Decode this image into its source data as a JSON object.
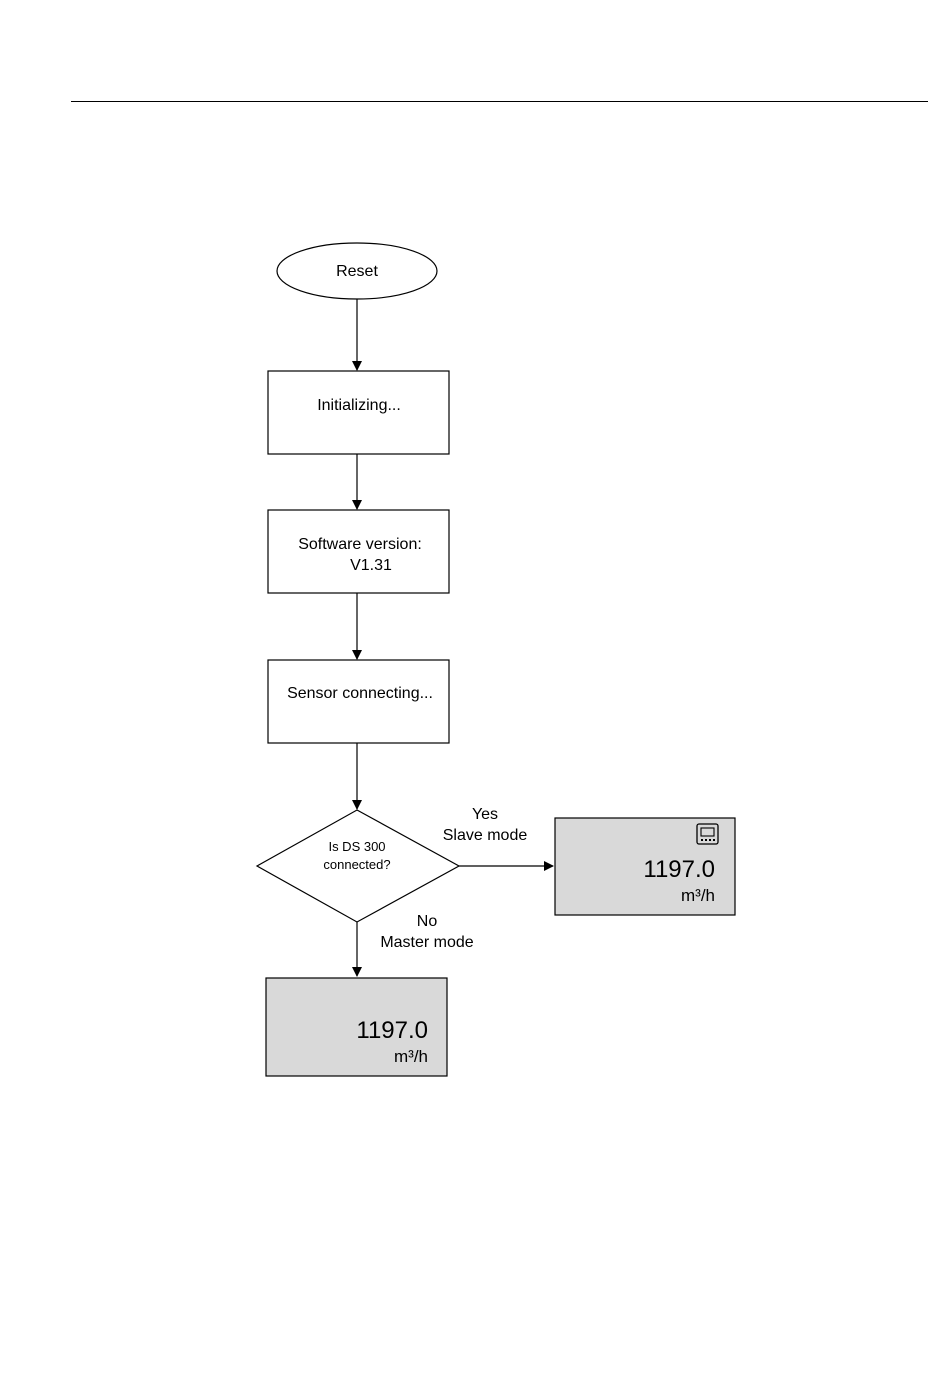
{
  "flowchart": {
    "start": {
      "label": "Reset"
    },
    "steps": [
      {
        "lines": [
          "Initializing..."
        ]
      },
      {
        "lines": [
          "Software version:",
          "V1.31"
        ]
      },
      {
        "lines": [
          "Sensor connecting..."
        ]
      }
    ],
    "decision": {
      "lines": [
        "Is DS 300",
        "connected?"
      ],
      "yes_branch": {
        "label_line1": "Yes",
        "label_line2": "Slave mode"
      },
      "no_branch": {
        "label_line1": "No",
        "label_line2": "Master mode"
      }
    },
    "slave_display": {
      "value": "1197.0",
      "unit": "m³/h",
      "icon": "device-icon",
      "fill": "#d9d9d9"
    },
    "master_display": {
      "value": "1197.0",
      "unit": "m³/h",
      "fill": "#d9d9d9"
    }
  }
}
